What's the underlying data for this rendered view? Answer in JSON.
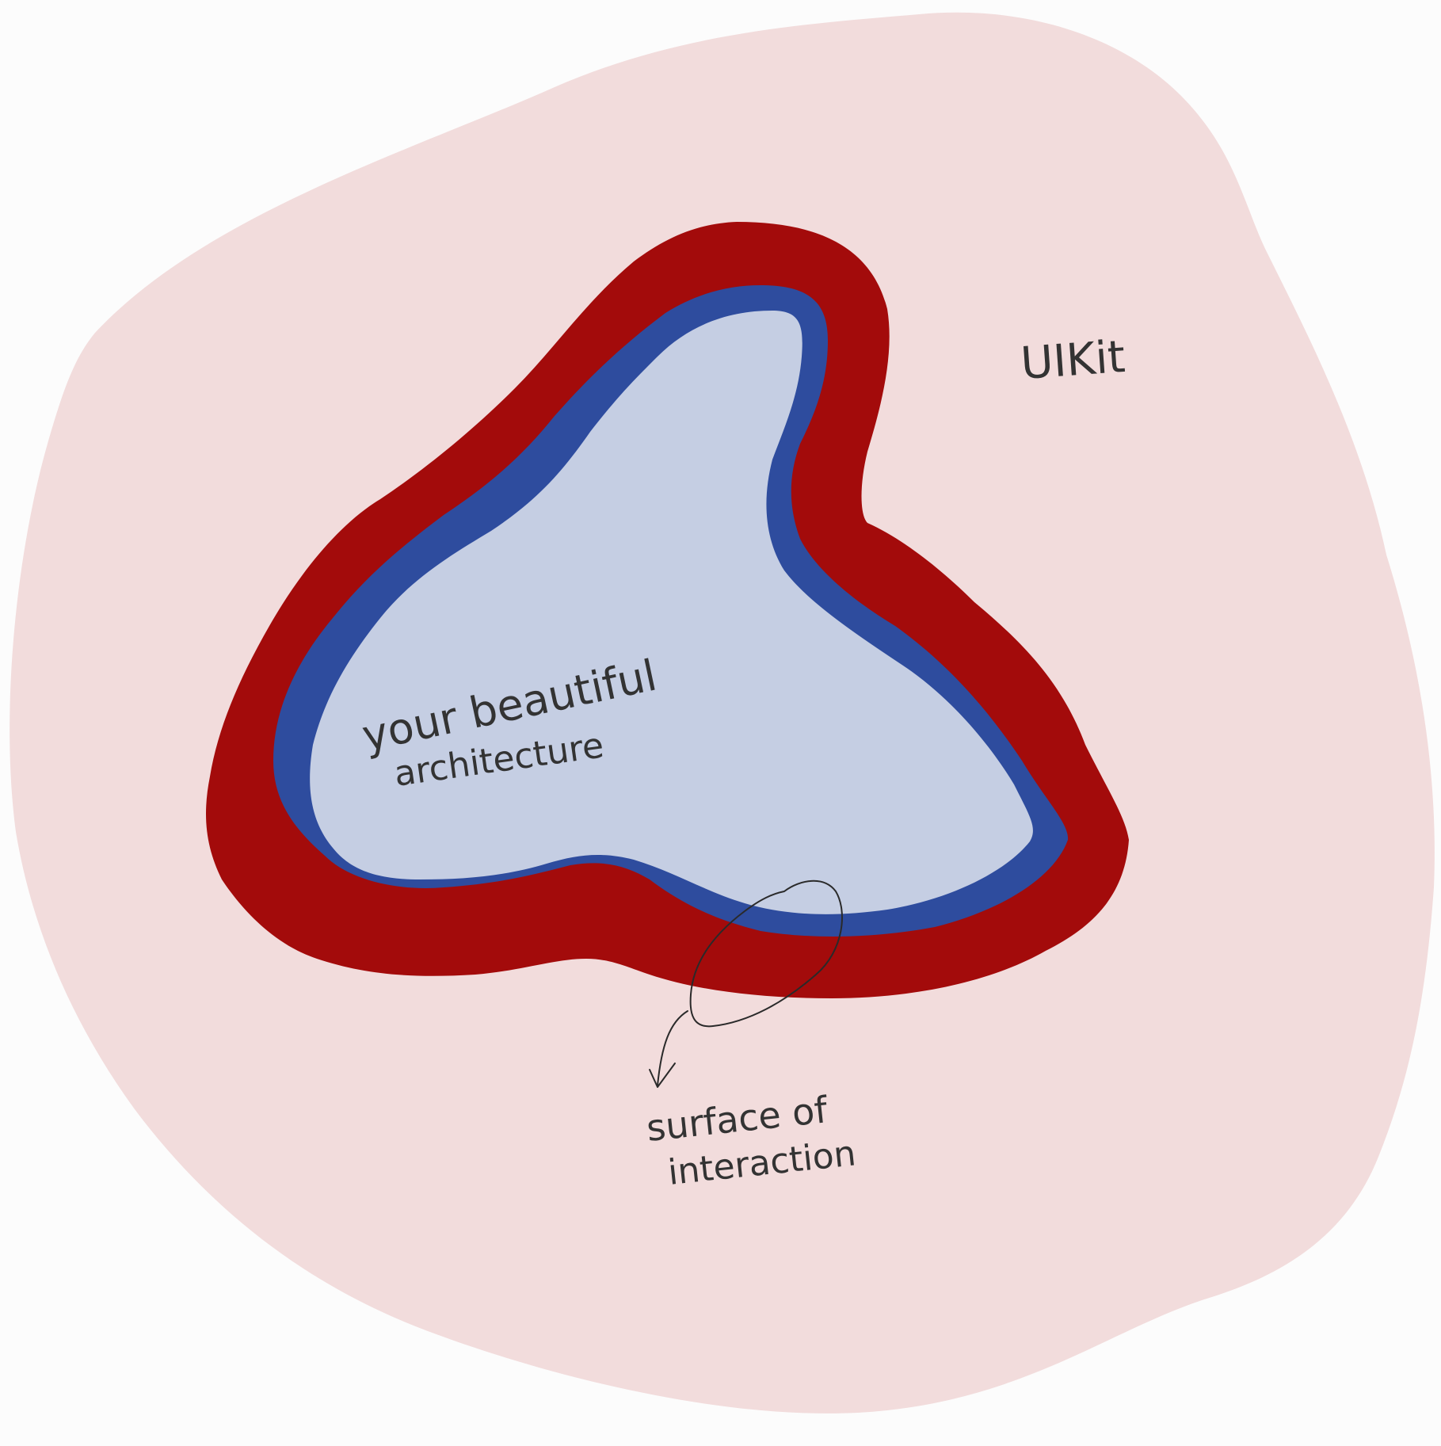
{
  "labels": {
    "outer": "UIKit",
    "inner_line1": "your beautiful",
    "inner_line2": "architecture",
    "callout_line1": "surface of",
    "callout_line2": "interaction"
  },
  "colors": {
    "background": "#fcfcfc",
    "outer_region": "#f2dcdc",
    "surface_red": "#a30b0b",
    "border_blue": "#2e4c9e",
    "core": "#c5cee3",
    "ink": "#2a2a2a"
  }
}
